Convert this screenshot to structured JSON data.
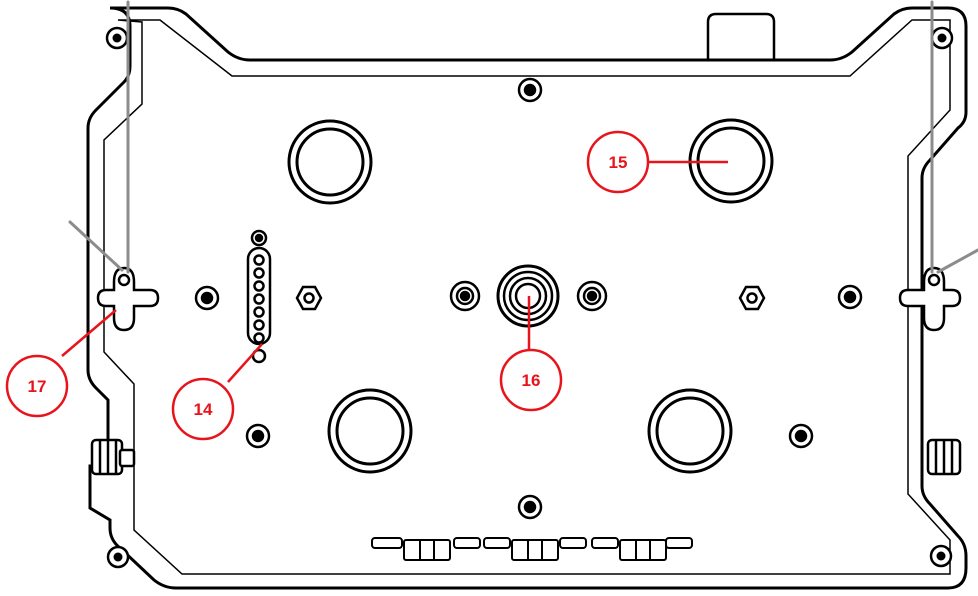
{
  "diagram": {
    "colors": {
      "outline": "#000000",
      "callout": "#e8141c",
      "cable": "#8c8c8c",
      "background": "#ffffff"
    },
    "callouts": [
      {
        "id": "callout-15",
        "label": "15"
      },
      {
        "id": "callout-16",
        "label": "16"
      },
      {
        "id": "callout-14",
        "label": "14"
      },
      {
        "id": "callout-17",
        "label": "17"
      }
    ]
  }
}
